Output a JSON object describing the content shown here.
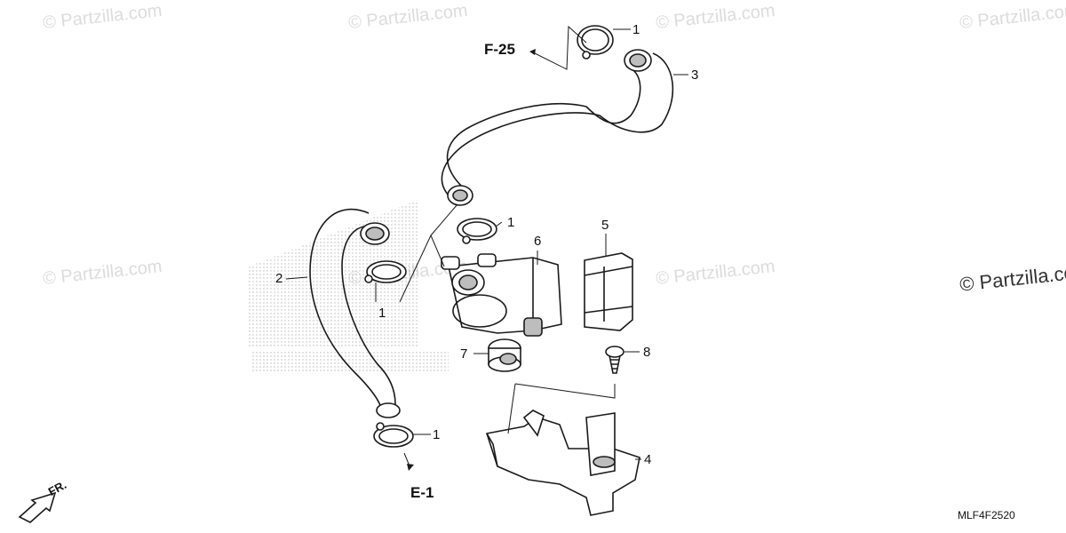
{
  "watermarks": {
    "faint": "© Partzilla.com",
    "strong": "© Partzilla.com"
  },
  "callouts": {
    "clamp_top": "1",
    "clamp_mid": "1",
    "clamp_left": "1",
    "clamp_bottom": "1",
    "hose_left": "2",
    "hose_top": "3",
    "bracket": "4",
    "rubber_mount": "5",
    "air_valve": "6",
    "cap": "7",
    "screw": "8"
  },
  "references": {
    "upper": "F-25",
    "lower": "E-1"
  },
  "diagram_code": "MLF4F2520",
  "front_label": "FR.",
  "colors": {
    "line": "#1a1a1a",
    "part_fill": "#ffffff",
    "shade": "#bdbdbd",
    "watermark": "#dcdcdc"
  }
}
